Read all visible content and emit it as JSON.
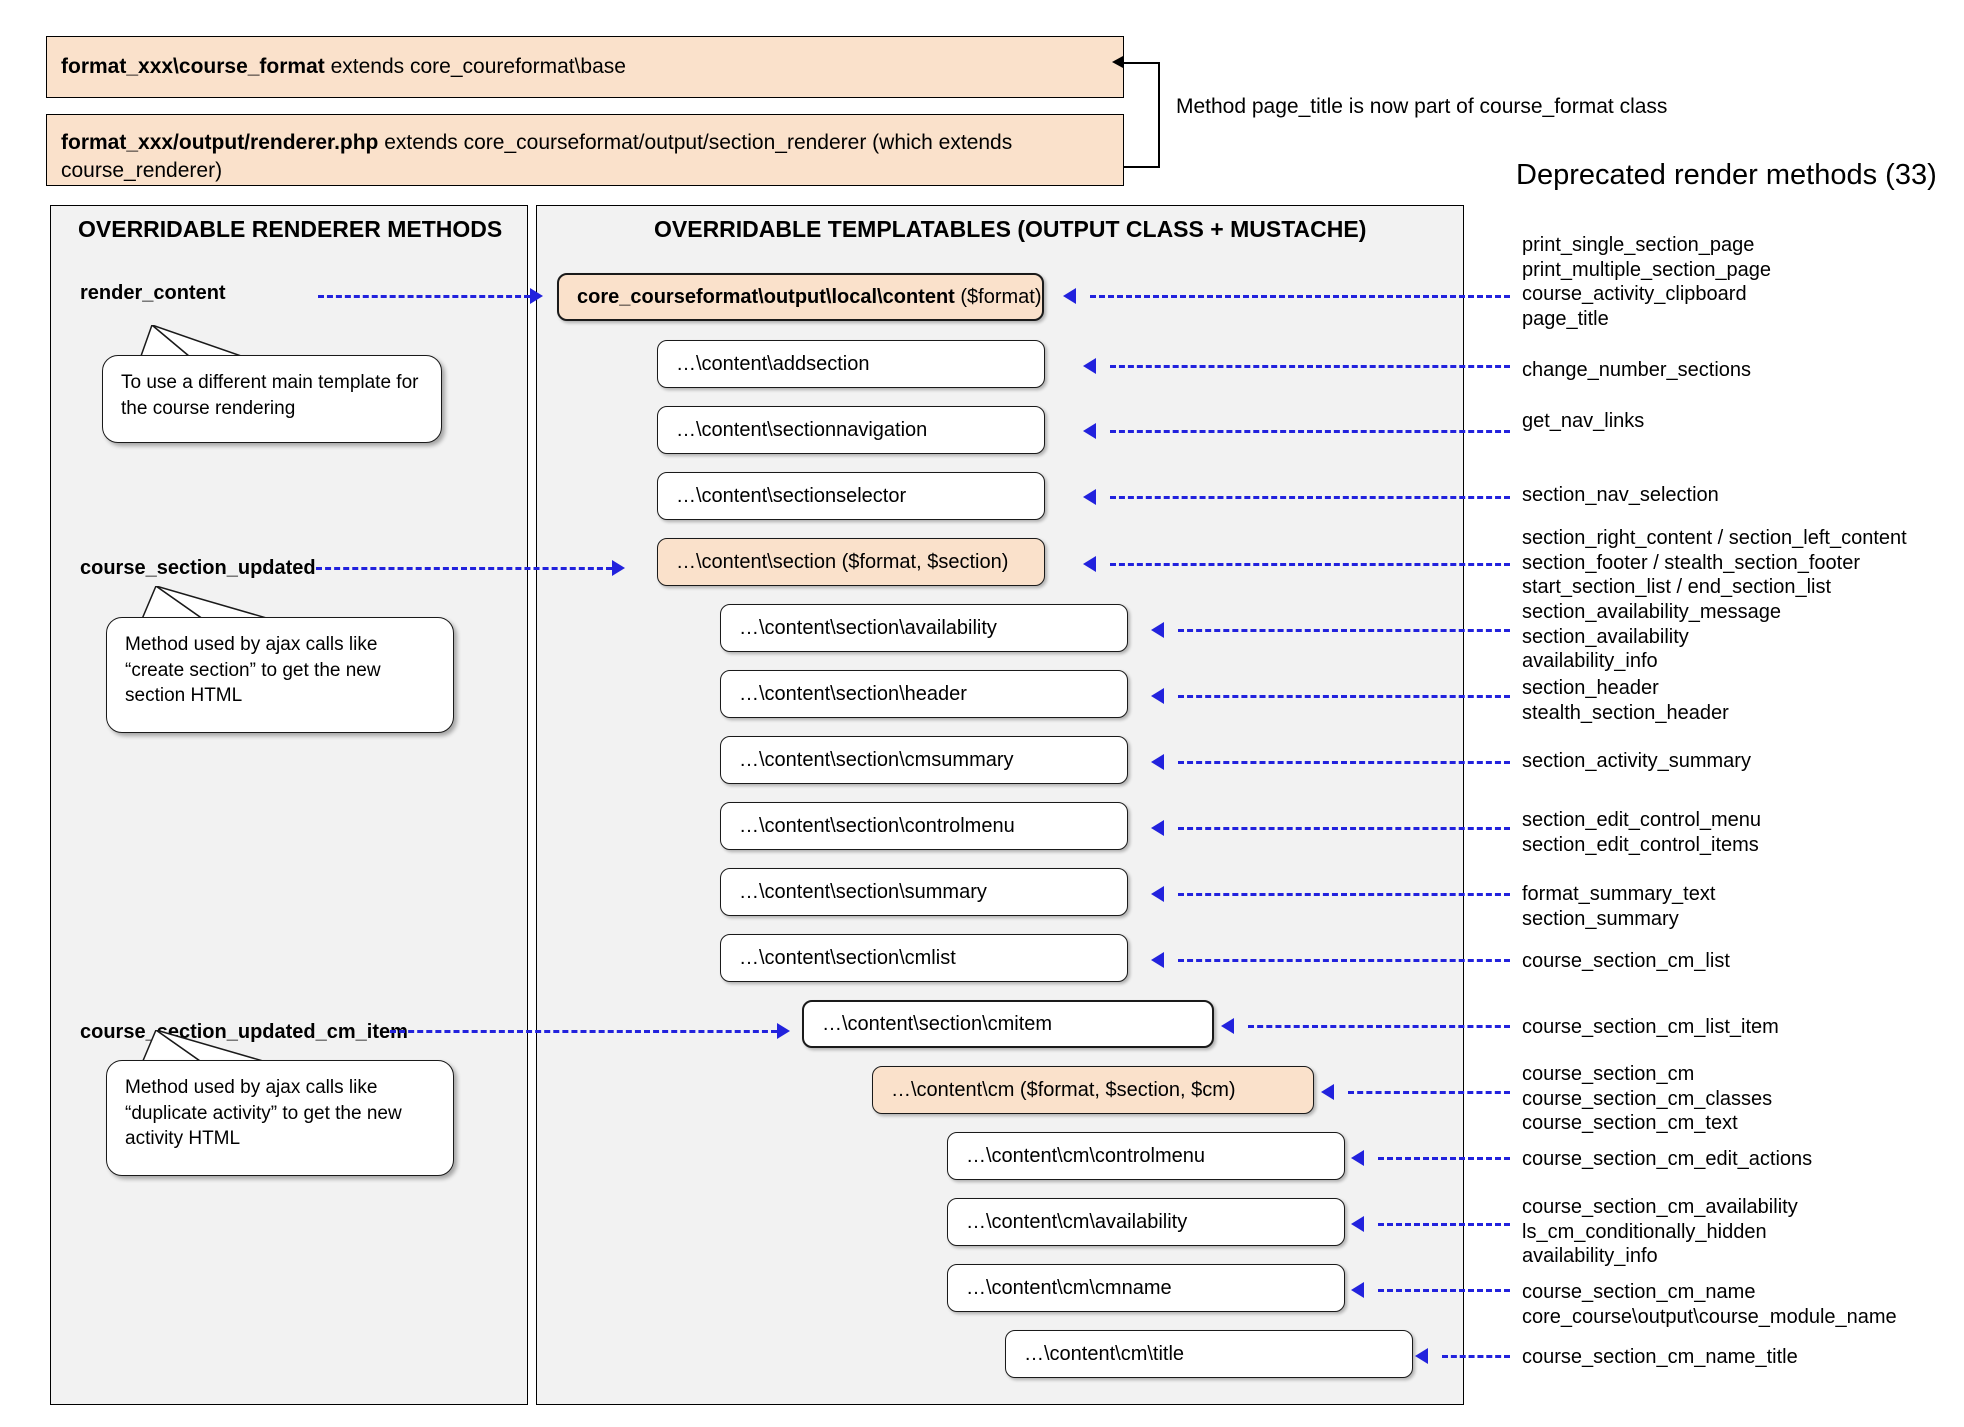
{
  "top_boxes": [
    {
      "bold": "format_xxx\\course_format",
      "rest": " extends core_coureformat\\base"
    },
    {
      "bold": "format_xxx/output/renderer.php",
      "rest": " extends core_courseformat/output/section_renderer (which extends course_renderer)"
    }
  ],
  "method_note": "Method page_title is now part of course_format class",
  "deprecated_title": "Deprecated render methods (33)",
  "panels": {
    "left_title": "OVERRIDABLE RENDERER METHODS",
    "center_title": "OVERRIDABLE TEMPLATABLES (OUTPUT CLASS + MUSTACHE)"
  },
  "renderer_methods": [
    {
      "label": "render_content"
    },
    {
      "label": "course_section_updated"
    },
    {
      "label": "course_section_updated_cm_item"
    }
  ],
  "callouts": [
    {
      "text": "To use a different main template for the course rendering"
    },
    {
      "text": "Method used by ajax calls like “create section” to get the new section HTML"
    },
    {
      "text": "Method used by ajax calls like “duplicate activity” to get the new activity HTML"
    }
  ],
  "templatables": [
    {
      "bold": "core_courseformat\\output\\local\\content",
      "rest": " ($format)",
      "accent": true
    },
    {
      "bold": "",
      "rest": "…\\content\\addsection",
      "accent": false
    },
    {
      "bold": "",
      "rest": "…\\content\\sectionnavigation",
      "accent": false
    },
    {
      "bold": "",
      "rest": "…\\content\\sectionselector",
      "accent": false
    },
    {
      "bold": "",
      "rest": "…\\content\\section ($format, $section)",
      "accent": true
    },
    {
      "bold": "",
      "rest": "…\\content\\section\\availability",
      "accent": false
    },
    {
      "bold": "",
      "rest": "…\\content\\section\\header",
      "accent": false
    },
    {
      "bold": "",
      "rest": "…\\content\\section\\cmsummary",
      "accent": false
    },
    {
      "bold": "",
      "rest": "…\\content\\section\\controlmenu",
      "accent": false
    },
    {
      "bold": "",
      "rest": "…\\content\\section\\summary",
      "accent": false
    },
    {
      "bold": "",
      "rest": "…\\content\\section\\cmlist",
      "accent": false
    },
    {
      "bold": "",
      "rest": "…\\content\\section\\cmitem",
      "accent": false
    },
    {
      "bold": "",
      "rest": "…\\content\\cm ($format, $section, $cm)",
      "accent": true
    },
    {
      "bold": "",
      "rest": "…\\content\\cm\\controlmenu",
      "accent": false
    },
    {
      "bold": "",
      "rest": "…\\content\\cm\\availability",
      "accent": false
    },
    {
      "bold": "",
      "rest": "…\\content\\cm\\cmname",
      "accent": false
    },
    {
      "bold": "",
      "rest": "…\\content\\cm\\title",
      "accent": false
    }
  ],
  "deprecated_groups": [
    {
      "lines": [
        "print_single_section_page",
        "print_multiple_section_page",
        "course_activity_clipboard",
        "page_title"
      ]
    },
    {
      "lines": [
        "change_number_sections"
      ]
    },
    {
      "lines": [
        "get_nav_links"
      ]
    },
    {
      "lines": [
        "section_nav_selection"
      ]
    },
    {
      "lines": [
        "section_right_content / section_left_content",
        "section_footer / stealth_section_footer",
        "start_section_list / end_section_list"
      ]
    },
    {
      "lines": [
        "section_availability_message",
        "section_availability",
        "availability_info"
      ]
    },
    {
      "lines": [
        "section_header",
        "stealth_section_header"
      ]
    },
    {
      "lines": [
        "section_activity_summary"
      ]
    },
    {
      "lines": [
        "section_edit_control_menu",
        "section_edit_control_items"
      ]
    },
    {
      "lines": [
        "format_summary_text",
        "section_summary"
      ]
    },
    {
      "lines": [
        "course_section_cm_list"
      ]
    },
    {
      "lines": [
        "course_section_cm_list_item"
      ]
    },
    {
      "lines": [
        "course_section_cm",
        "course_section_cm_classes",
        "course_section_cm_text"
      ]
    },
    {
      "lines": [
        "course_section_cm_edit_actions"
      ]
    },
    {
      "lines": [
        "course_section_cm_availability",
        "ls_cm_conditionally_hidden",
        "availability_info"
      ]
    },
    {
      "lines": [
        "course_section_cm_name",
        "core_course\\output\\course_module_name"
      ]
    },
    {
      "lines": [
        "course_section_cm_name_title"
      ]
    }
  ]
}
